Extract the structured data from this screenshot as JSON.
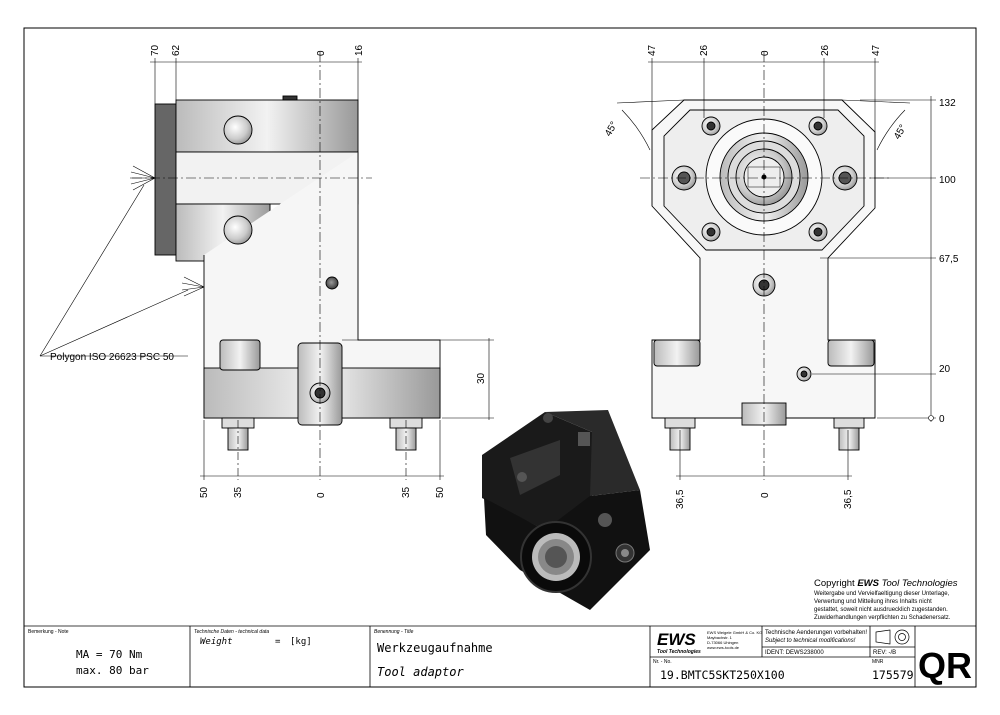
{
  "dimensions": {
    "side_top": [
      "70",
      "62",
      "0",
      "16"
    ],
    "side_bottom": [
      "50",
      "35",
      "0",
      "35",
      "50"
    ],
    "side_height": "30",
    "front_top": [
      "47",
      "26",
      "0",
      "26",
      "47"
    ],
    "front_right": [
      "132",
      "100",
      "67,5",
      "20",
      "0"
    ],
    "front_bottom": [
      "36,5",
      "0",
      "36,5"
    ],
    "angle_left": "45°",
    "angle_right": "45°"
  },
  "polygon_label": "Polygon ISO 26623 PSC 50",
  "copyright": {
    "prefix": "Copyright ",
    "brand": "EWS",
    "suffix": " Tool Technologies",
    "lines": [
      "Weitergabe und Vervielfaeltigung dieser Unterlage,",
      "Verwertung und Mitteilung ihres Inhalts nicht",
      "gestattet, soweit nicht ausdruecklich zugestanden.",
      "Zuwiderhandlungen verpflichten zu Schadenersatz."
    ]
  },
  "title_block": {
    "remark_caption": "Bemerkung - Note",
    "ma": "MA = 70 Nm",
    "pressure": "max. 80 bar",
    "tech_caption": "Technische Daten - technical data",
    "weight_label": "Weight",
    "weight_eq": "=",
    "weight_unit": "[kg]",
    "name_caption": "Benennung - Title",
    "title_de": "Werkzeugaufnahme",
    "title_en": "Tool adaptor",
    "logo": "EWS",
    "logo_sub": "Tool Technologies",
    "company_lines": [
      "EWS Weigele GmbH & Co. KG",
      "Maybachstr. 1",
      "D-73066 Uhingen",
      "www.ews-tools.de"
    ],
    "change_de": "Technische Aenderungen vorbehalten!",
    "change_en": "Subject to technical modifications!",
    "ident_label": "IDENT:",
    "ident": "DEWS238000",
    "rev_label": "REV:",
    "rev": "-/B",
    "nr_caption": "Nr. - No.",
    "part_no": "19.BMTC5SKT250X100",
    "mnr_caption": "MNR",
    "mnr": "175579",
    "qr": "QR"
  }
}
